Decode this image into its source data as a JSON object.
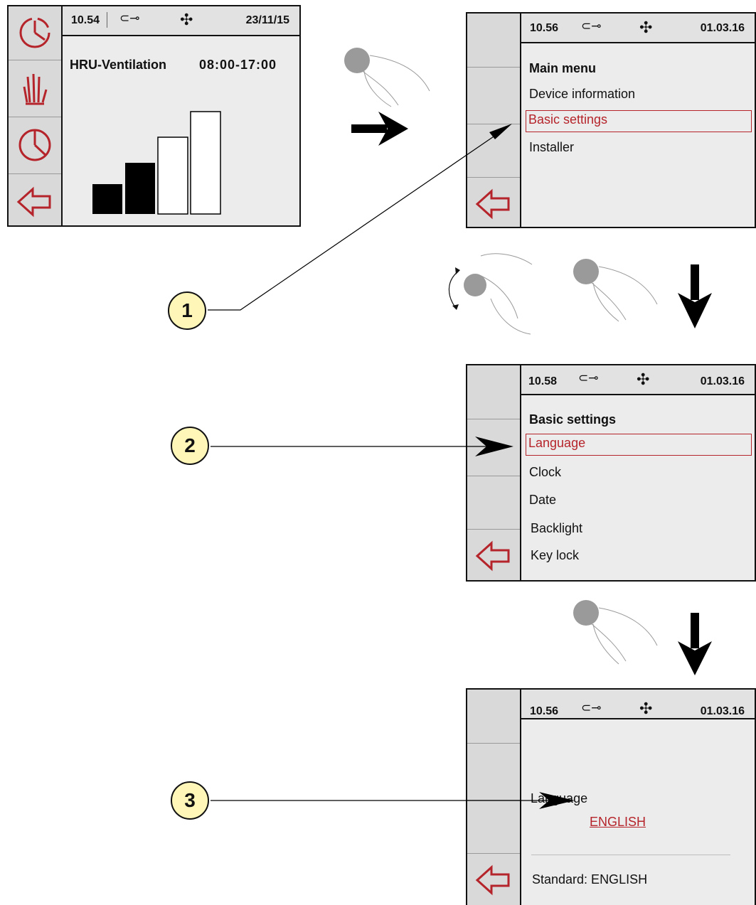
{
  "screen1": {
    "time": "10.54",
    "date": "23/11/15",
    "title": "HRU-Ventilation",
    "schedule": "08:00-17:00",
    "fan_levels": 4,
    "active_levels": 2
  },
  "screen2": {
    "time": "10.56",
    "date": "01.03.16",
    "title": "Main menu",
    "items": [
      "Device information",
      "Basic settings",
      "Installer"
    ],
    "selected": "Basic settings"
  },
  "screen3": {
    "time": "10.58",
    "date": "01.03.16",
    "title": "Basic settings",
    "items": [
      "Language",
      "Clock",
      "Date",
      "Backlight",
      "Key lock"
    ],
    "selected": "Language"
  },
  "screen4": {
    "time": "10.56",
    "date": "01.03.16",
    "label": "Language",
    "value": "ENGLISH",
    "standard": "Standard: ENGLISH"
  },
  "callouts": [
    "1",
    "2",
    "3"
  ],
  "colors": {
    "accent_red": "#b5242a",
    "callout_fill": "#fff6b8",
    "screen_bg": "#ececec",
    "side_bg": "#d9d9d9"
  },
  "icons": [
    "timer-icon",
    "hand-icon",
    "pie-clock-icon",
    "back-arrow-icon",
    "key-icon",
    "fan-icon",
    "finger-press-icon",
    "knob-rotate-icon",
    "flow-arrow-icon"
  ]
}
